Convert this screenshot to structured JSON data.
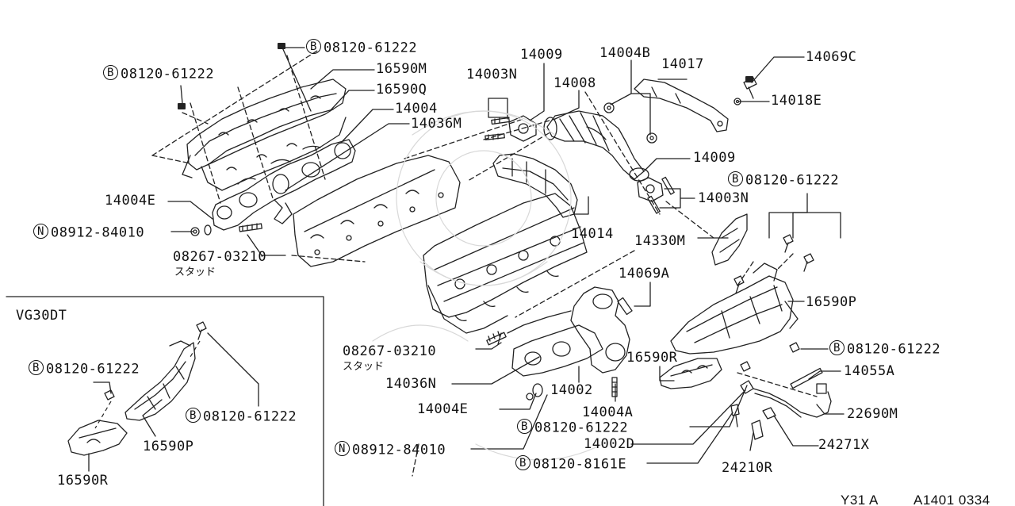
{
  "diagram": {
    "labels": {
      "bolt_08120_61222_a": {
        "prefix": "B",
        "part": "08120-61222"
      },
      "bolt_08120_61222_b": {
        "prefix": "B",
        "part": "08120-61222"
      },
      "p16590M": "16590M",
      "p16590Q": "16590Q",
      "p14004": "14004",
      "p14036M": "14036M",
      "p14004E_left": "14004E",
      "nut_08912_84010_left": {
        "prefix": "N",
        "part": "08912-84010"
      },
      "stud_08267_03210_left": "08267-03210",
      "stud_text_left": "スタッド",
      "p14009_top": "14009",
      "p14003N_top": "14003N",
      "p14008": "14008",
      "p14004B": "14004B",
      "p14017": "14017",
      "p14069C": "14069C",
      "p14018E": "14018E",
      "p14009_right": "14009",
      "p14003N_right": "14003N",
      "bolt_08120_61222_right": {
        "prefix": "B",
        "part": "08120-61222"
      },
      "p14014": "14014",
      "p14330M": "14330M",
      "p14069A": "14069A",
      "p16590P": "16590P",
      "bolt_08120_61222_mid": {
        "prefix": "B",
        "part": "08120-61222"
      },
      "stud_08267_03210_mid": "08267-03210",
      "stud_text_mid": "スタッド",
      "p16590R": "16590R",
      "p14055A": "14055A",
      "p14036N": "14036N",
      "p14002": "14002",
      "p22690M": "22690M",
      "p14004E_bottom": "14004E",
      "p14004A": "14004A",
      "bolt_08120_61222_bottom": {
        "prefix": "B",
        "part": "08120-61222"
      },
      "p14002D": "14002D",
      "p24271X": "24271X",
      "nut_08912_84010_bottom": {
        "prefix": "N",
        "part": "08912-84010"
      },
      "bolt_08120_8161E": {
        "prefix": "B",
        "part": "08120-8161E"
      },
      "p24210R": "24210R"
    },
    "inset": {
      "title": "VG30DT",
      "bolt_a": {
        "prefix": "B",
        "part": "08120-61222"
      },
      "bolt_b": {
        "prefix": "B",
        "part": "08120-61222"
      },
      "p16590P": "16590P",
      "p16590R": "16590R"
    },
    "footer": {
      "model": "Y31 A",
      "code": "A1401 0334"
    }
  }
}
